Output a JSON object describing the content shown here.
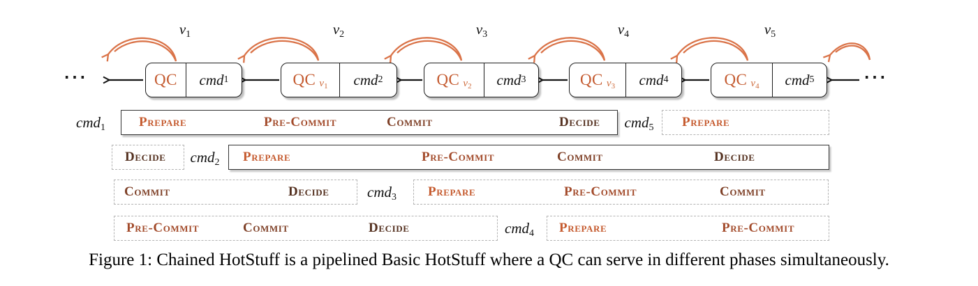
{
  "colors": {
    "qc_text": "#c45a2f",
    "qc_subscript": "#ce6b3b",
    "arrow_orange": "#da7348",
    "chain_black": "#141414",
    "phase_prepare": "#c55a2e",
    "phase_pre_commit": "#a34b2b",
    "phase_commit": "#7f4128",
    "phase_decide": "#54301f",
    "dashed_border": "#b3b3b3"
  },
  "chain": {
    "ellipsis_left": "⋯",
    "ellipsis_right": "⋯",
    "views": [
      {
        "letter": "v",
        "index": "1"
      },
      {
        "letter": "v",
        "index": "2"
      },
      {
        "letter": "v",
        "index": "3"
      },
      {
        "letter": "v",
        "index": "4"
      },
      {
        "letter": "v",
        "index": "5"
      }
    ],
    "blocks": [
      {
        "qc": "QC",
        "qc_sub_letter": "",
        "qc_sub_index": "",
        "cmd": "cmd",
        "cmd_index": "1"
      },
      {
        "qc": "QC",
        "qc_sub_letter": "v",
        "qc_sub_index": "1",
        "cmd": "cmd",
        "cmd_index": "2"
      },
      {
        "qc": "QC",
        "qc_sub_letter": "v",
        "qc_sub_index": "2",
        "cmd": "cmd",
        "cmd_index": "3"
      },
      {
        "qc": "QC",
        "qc_sub_letter": "v",
        "qc_sub_index": "3",
        "cmd": "cmd",
        "cmd_index": "4"
      },
      {
        "qc": "QC",
        "qc_sub_letter": "v",
        "qc_sub_index": "4",
        "cmd": "cmd",
        "cmd_index": "5"
      }
    ]
  },
  "pipeline": {
    "rows": [
      {
        "labels": [
          {
            "word": "cmd",
            "index": "1"
          },
          {
            "word": "cmd",
            "index": "5"
          }
        ],
        "boxes": [
          {
            "style": "solid",
            "phases": [
              {
                "text": "Prepare"
              },
              {
                "text": "Pre-Commit"
              },
              {
                "text": "Commit"
              },
              {
                "text": "Decide"
              }
            ]
          },
          {
            "style": "dashed",
            "phases": [
              {
                "text": "Prepare"
              }
            ]
          }
        ]
      },
      {
        "labels": [
          {
            "word": "cmd",
            "index": "2"
          }
        ],
        "boxes": [
          {
            "style": "dashed",
            "phases": [
              {
                "text": "Decide"
              }
            ]
          },
          {
            "style": "solid",
            "phases": [
              {
                "text": "Prepare"
              },
              {
                "text": "Pre-Commit"
              },
              {
                "text": "Commit"
              },
              {
                "text": "Decide"
              }
            ]
          }
        ]
      },
      {
        "labels": [
          {
            "word": "cmd",
            "index": "3"
          }
        ],
        "boxes": [
          {
            "style": "dashed",
            "phases": [
              {
                "text": "Commit"
              },
              {
                "text": "Decide"
              }
            ]
          },
          {
            "style": "dashed",
            "phases": [
              {
                "text": "Prepare"
              },
              {
                "text": "Pre-Commit"
              },
              {
                "text": "Commit"
              }
            ]
          }
        ]
      },
      {
        "labels": [
          {
            "word": "cmd",
            "index": "4"
          }
        ],
        "boxes": [
          {
            "style": "dashed",
            "phases": [
              {
                "text": "Pre-Commit"
              },
              {
                "text": "Commit"
              },
              {
                "text": "Decide"
              }
            ]
          },
          {
            "style": "dashed",
            "phases": [
              {
                "text": "Prepare"
              },
              {
                "text": "Pre-Commit"
              }
            ]
          }
        ]
      }
    ]
  },
  "caption": "Figure 1: Chained HotStuff is a pipelined Basic HotStuff where a QC can serve in different phases simultaneously."
}
